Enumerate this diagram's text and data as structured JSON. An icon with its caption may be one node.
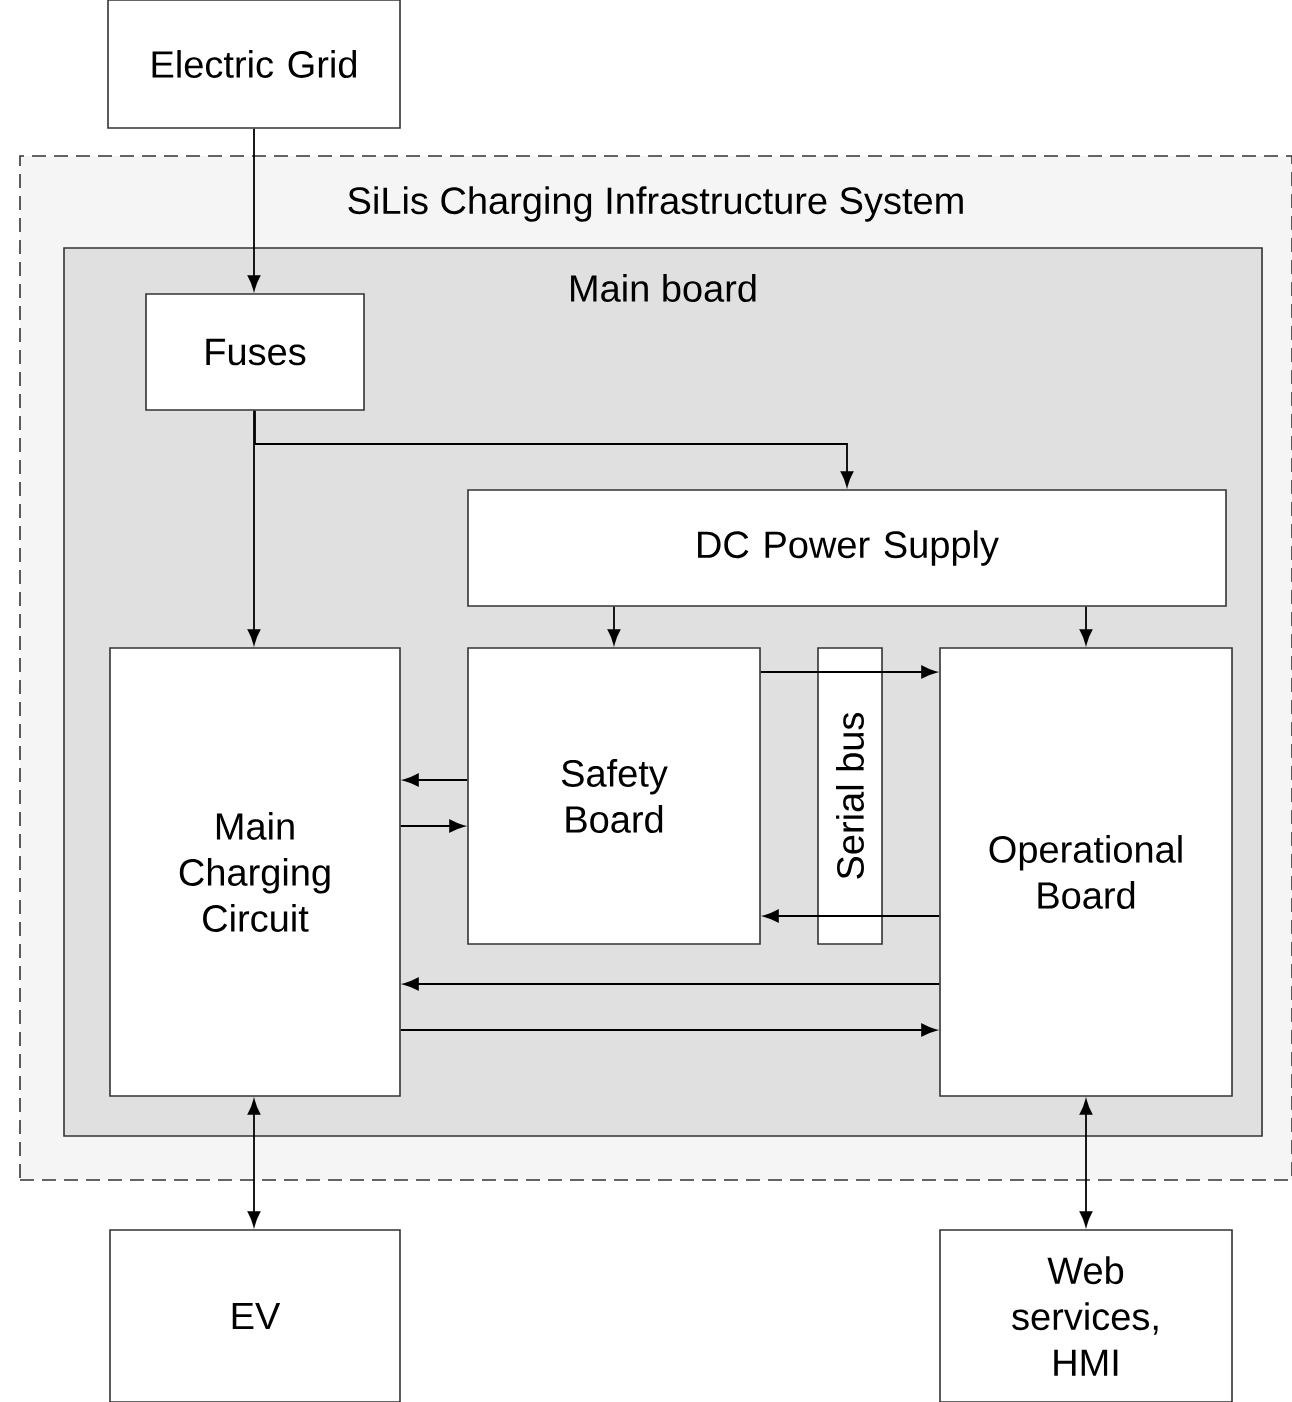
{
  "diagram": {
    "nodes": [
      {
        "text": [
          "Electric Grid"
        ]
      },
      {
        "text": [
          "SiLis Charging Infrastructure System"
        ]
      },
      {
        "text": [
          "Main board"
        ],
        "in": 1
      },
      {
        "text": [
          "Fuses"
        ],
        "in": 2
      },
      {
        "text": [
          "DC Power Supply"
        ],
        "in": 2
      },
      {
        "text": [
          "Main Charging Circuit"
        ],
        "in": 2
      },
      {
        "text": [
          "Safety Board"
        ],
        "in": 2
      },
      {
        "text": [
          "Serial bus"
        ],
        "in": 2
      },
      {
        "text": [
          "Operational Board"
        ],
        "in": 2
      },
      {
        "text": [
          "EV"
        ]
      },
      {
        "text": [
          "Web services, HMI"
        ]
      }
    ],
    "edges": [
      {
        "from": 0,
        "to": 3,
        "arrow": "to"
      },
      {
        "from": 3,
        "to": 5,
        "arrow": "to"
      },
      {
        "from": 3,
        "to": 4,
        "arrow": "to"
      },
      {
        "from": 4,
        "to": 6,
        "arrow": "to"
      },
      {
        "from": 4,
        "to": 8,
        "arrow": "to"
      },
      {
        "from": 6,
        "to": 5,
        "arrow": "to"
      },
      {
        "from": 5,
        "to": 6,
        "arrow": "to"
      },
      {
        "from": 6,
        "to": 7,
        "arrow": "none"
      },
      {
        "from": 7,
        "to": 8,
        "arrow": "to"
      },
      {
        "from": 8,
        "to": 7,
        "arrow": "none"
      },
      {
        "from": 7,
        "to": 6,
        "arrow": "to"
      },
      {
        "from": 8,
        "to": 5,
        "arrow": "to"
      },
      {
        "from": 5,
        "to": 8,
        "arrow": "to"
      },
      {
        "from": 5,
        "to": 9,
        "arrow": "both"
      },
      {
        "from": 8,
        "to": 10,
        "arrow": "both"
      }
    ]
  }
}
